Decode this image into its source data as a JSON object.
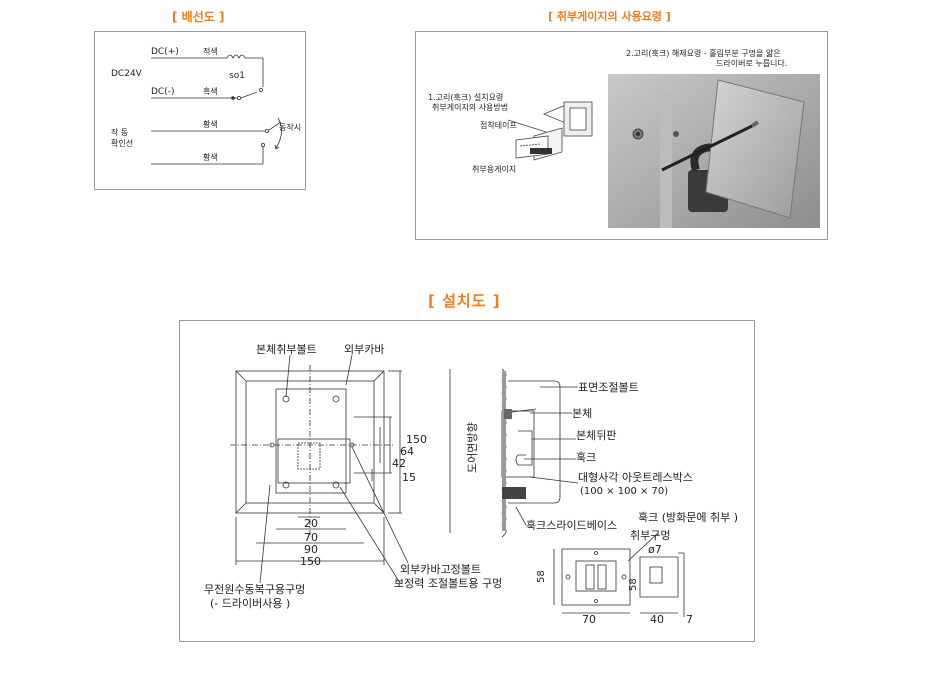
{
  "headings": {
    "wiring": "[ 배선도 ]",
    "usage": "[ 취부게이지의 사용요령 ]",
    "install": "[ 설치도 ]"
  },
  "wiring": {
    "dc_plus": "DC(+)",
    "dc_minus": "DC(-)",
    "dc24v": "DC24V",
    "red": "적색",
    "black": "흑색",
    "yellow1": "황색",
    "yellow2": "황색",
    "so1": "so1",
    "check_line_1": "작  동",
    "check_line_2": "확인선",
    "on_operation": "동작시"
  },
  "usage": {
    "step1_line1": "1.고리(훅크) 설치요령",
    "step1_line2": "취부게이지의 사용방법",
    "tape": "접착테이프",
    "gauge": "취부용게이지",
    "step2_line1": "2.고리(훅크) 해제요령 - 홀림부분 구멍을 얇은",
    "step2_line2": "드라이버로 누릅니다."
  },
  "install": {
    "body_bolt": "본체취부볼트",
    "outer_cover": "외부카바",
    "dim150v": "150",
    "dim64": "64",
    "dim42": "42",
    "dim15": "15",
    "dim20": "20",
    "dim70": "70",
    "dim90": "90",
    "dim150h": "150",
    "no_power_1": "무전원수동복구용구멍",
    "no_power_2": "(- 드라이버사용 )",
    "cover_fix_bolt": "외부카바고정볼트",
    "adjust_hole": "보정력 조절볼트용 구멍",
    "door_side": "도어면방향",
    "surface_bolt": "표면조절볼트",
    "body": "본체",
    "back_plate": "본체뒤판",
    "hook": "훅크",
    "outlet_box_1": "대형사각 아웃트레스박스",
    "outlet_box_2": "(100 × 100 × 70)",
    "hook_slide": "훅크스라이드베이스",
    "hook_door": "훅크 (방화문에 취부 )",
    "mount_hole": "취부구멍",
    "phi7": "ø7",
    "d58a": "58",
    "d58b": "58",
    "d70": "70",
    "d40": "40",
    "d7": "7"
  }
}
